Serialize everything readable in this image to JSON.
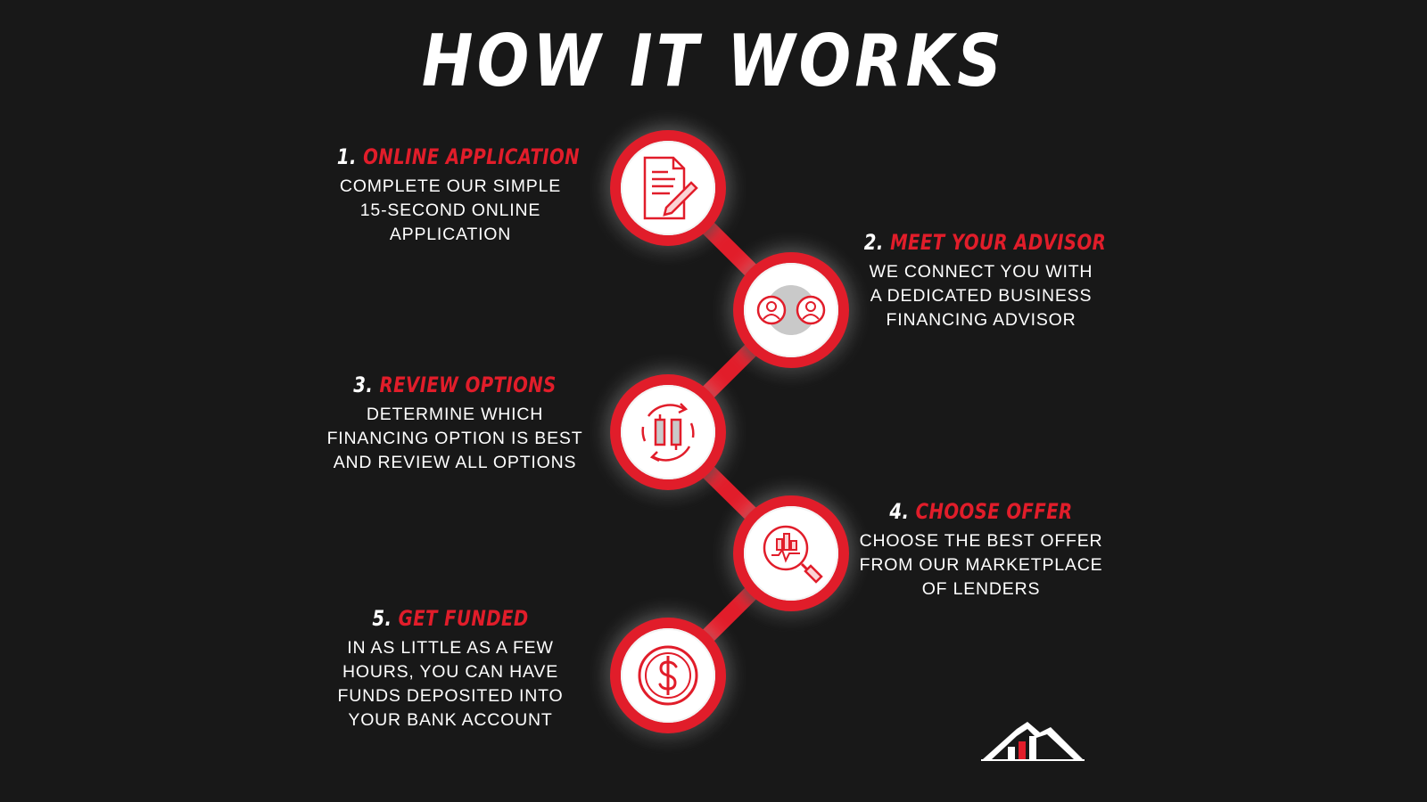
{
  "title": "HOW IT WORKS",
  "colors": {
    "accent": "#e11d2a",
    "background": "#181818",
    "text": "#ffffff"
  },
  "steps": [
    {
      "number": "1.",
      "title": "ONLINE APPLICATION",
      "lines": [
        "COMPLETE OUR SIMPLE",
        "15-SECOND ONLINE",
        "APPLICATION"
      ],
      "icon": "document-pen-icon"
    },
    {
      "number": "2.",
      "title": "MEET YOUR ADVISOR",
      "lines": [
        "WE CONNECT YOU WITH",
        "A DEDICATED BUSINESS",
        "FINANCING ADVISOR"
      ],
      "icon": "advisor-people-icon"
    },
    {
      "number": "3.",
      "title": "REVIEW OPTIONS",
      "lines": [
        "DETERMINE WHICH",
        "FINANCING OPTION IS BEST",
        "AND REVIEW ALL OPTIONS"
      ],
      "icon": "compare-options-icon"
    },
    {
      "number": "4.",
      "title": "CHOOSE OFFER",
      "lines": [
        "CHOOSE THE BEST OFFER",
        "FROM OUR MARKETPLACE",
        "OF LENDERS"
      ],
      "icon": "magnifier-chart-icon"
    },
    {
      "number": "5.",
      "title": "GET FUNDED",
      "lines": [
        "IN AS LITTLE AS A FEW",
        "HOURS, YOU CAN HAVE",
        "FUNDS DEPOSITED INTO",
        "YOUR BANK ACCOUNT"
      ],
      "icon": "dollar-coin-icon"
    }
  ],
  "logo": "mountain-logo"
}
